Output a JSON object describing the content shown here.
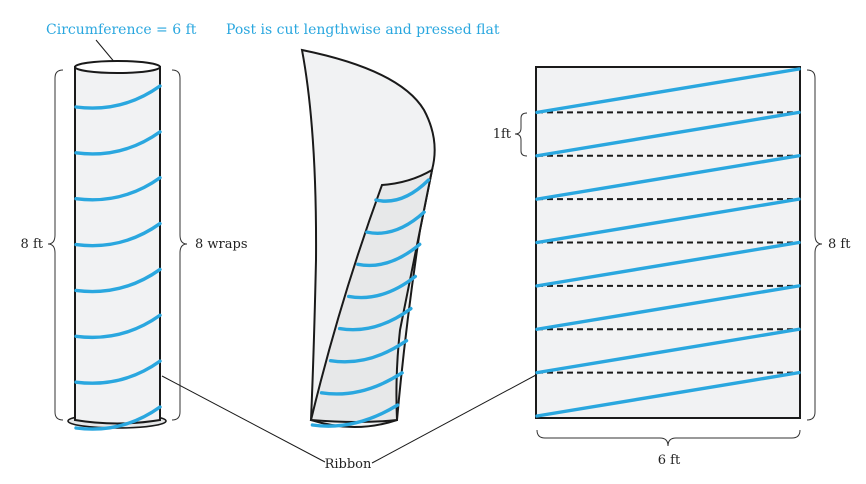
{
  "colors": {
    "ribbon": "#2aa7df",
    "caption": "#2aa7df",
    "outline": "#1a1a1a",
    "post_fill": "#f1f2f3"
  },
  "captions": {
    "circumference": "Circumference = 6 ft",
    "flatten": "Post is cut lengthwise and pressed flat"
  },
  "labels": {
    "height_left": "8 ft",
    "wraps": "8 wraps",
    "one_foot": "1ft",
    "height_right": "8 ft",
    "width": "6 ft",
    "ribbon": "Ribbon"
  },
  "figure": {
    "post_circumference_ft": 6,
    "post_height_ft": 8,
    "wrap_count": 8,
    "wrap_height_ft": 1
  }
}
